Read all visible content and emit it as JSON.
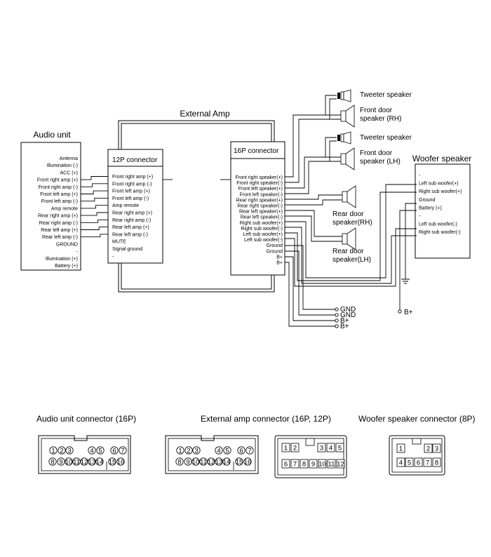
{
  "external_amp": {
    "title": "External Amp"
  },
  "audio_unit": {
    "title": "Audio unit",
    "pins": [
      "Antenna",
      "Illumination (-)",
      "ACC (+)",
      "Front right amp (+)",
      "Front right amp (-)",
      "Front left amp (+)",
      "Front left amp (-)",
      "Amp remote",
      "Rear right amp (+)",
      "Rear right amp (-)",
      "Rear left amp (+)",
      "Rear left amp (-)",
      "GROUND",
      "-",
      "Illumination (+)",
      "Battery (+)"
    ]
  },
  "connector_12p": {
    "title": "12P connector",
    "pins": [
      "Front right amp (+)",
      "Front right amp (-)",
      "Front left amp (+)",
      "Front left amp (-)",
      "Amp remote",
      "Rear right amp (+)",
      "Rear right amp (-)",
      "Rear left amp (+)",
      "Rear left amp (-)",
      "MUTE",
      "Signal ground",
      "-"
    ]
  },
  "connector_16p": {
    "title": "16P connector",
    "pins": [
      "Front right speaker(+)",
      "Front right speaker(-)",
      "Front left speaker(+)",
      "Front left speaker(-)",
      "Rear right speaker(+)",
      "Rear right speaker(-)",
      "Rear left speaker(+)",
      "Rear left speaker(-)",
      "Right sub woofer(+)",
      "Right sub woofer(-)",
      "Left sub woofer(+)",
      "Left sub woofer(-)",
      "Ground",
      "Ground",
      "B+",
      "B+"
    ]
  },
  "woofer": {
    "title": "Woofer speaker",
    "pins": [
      "-",
      "Left sub woofer(+)",
      "Right sub woofer(+)",
      "Ground",
      "Battery (+)",
      "-",
      "Left sub woofer(-)",
      "Right sub woofer(-)"
    ]
  },
  "speakers": {
    "tweeter_1": "Tweeter speaker",
    "front_rh_1": "Front door",
    "front_rh_2": "speaker (RH)",
    "tweeter_2": "Tweeter speaker",
    "front_lh_1": "Front door",
    "front_lh_2": "speaker (LH)",
    "rear_rh_1": "Rear door",
    "rear_rh_2": "speaker(RH)",
    "rear_lh_1": "Rear door",
    "rear_lh_2": "speaker(LH)"
  },
  "terminals": {
    "gnd1": "GND",
    "gnd2": "GND",
    "bplus1": "B+",
    "bplus2": "B+",
    "woofer_bplus": "B+"
  },
  "connectors": {
    "audio_title": "Audio unit connector (16P)",
    "amp_title": "External amp connector (16P, 12P)",
    "woofer_title": "Woofer speaker connector (8P)",
    "audio_row1": [
      "1",
      "2",
      "3",
      "4",
      "5",
      "6",
      "7"
    ],
    "audio_row2": [
      "8",
      "9",
      "10",
      "11",
      "12",
      "13",
      "14",
      "15",
      "16"
    ],
    "amp16_row1": [
      "1",
      "2",
      "3",
      "4",
      "5",
      "6",
      "7"
    ],
    "amp16_row2": [
      "8",
      "9",
      "10",
      "11",
      "12",
      "13",
      "14",
      "15",
      "16"
    ],
    "amp12_row1": [
      "1",
      "2",
      "3",
      "4",
      "5"
    ],
    "amp12_row2": [
      "6",
      "7",
      "8",
      "9",
      "10",
      "11",
      "12"
    ],
    "woofer_row1": [
      "1",
      "2",
      "3"
    ],
    "woofer_row2": [
      "4",
      "5",
      "6",
      "7",
      "8"
    ]
  }
}
